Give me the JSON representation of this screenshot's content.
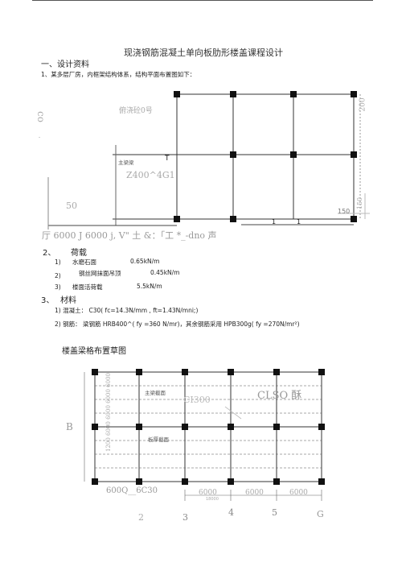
{
  "document": {
    "title": "现浇钢筋混凝土单向板肋形楼盖课程设计",
    "section1": {
      "heading": "一、设计资料",
      "intro": "1、某多层厂房，内框架结构体系，结构平面布置图如下："
    },
    "plan1": {
      "scan_left_top": "co",
      "scan_left_mid": ".",
      "label_bldg": "俯浇砼0号",
      "label_beam": "主梁梁",
      "label_T": "T",
      "label_z": "Z400^4G1",
      "dim_right": "200",
      "dim_50": "50",
      "dim_150": "150",
      "dim_right_low": "150",
      "bottom_scan": "厅 6000 J 6000 j, V\" 土 &：「工 *_-dno 声",
      "axis_1a": "1",
      "axis_1b": "1"
    },
    "section2": {
      "heading_num": "2、",
      "heading": "荷载",
      "items": [
        {
          "num": "1)",
          "label": "水磨石面",
          "value": "0.65kN/m"
        },
        {
          "num": "2)",
          "label": "钢丝网抹面吊顶",
          "value": "0.45kN/m"
        },
        {
          "num": "3)",
          "label": "楼面活荷载",
          "value": "5.5kN/m"
        }
      ]
    },
    "section3": {
      "heading_num": "3、",
      "heading": "材料",
      "line1": "1)   混凝土：  C30(  fc=14.3N/mm ,          ft=1.43N/mni;)",
      "line2": "2)   钢筋：  梁钢筋  HRB400^(  fy =360 N/mr)，其余钢筋采用  HPB300g( fy =270N/mr²)"
    },
    "plan2": {
      "caption": "楼盖梁格布置草图",
      "label_cl": "CLSO 酥",
      "label_ci": "CI300",
      "label_b": "B",
      "label_beam": "主梁截面",
      "label_slab": "板厚截面",
      "bottom_left": "600Q__6C30",
      "dims_bottom": [
        "6000",
        "6000",
        "6000"
      ],
      "dim_sub": "18000",
      "axes": [
        "2",
        "3",
        "4",
        "5",
        "G"
      ],
      "left_dims": "1200 6000 6000 6000 6000"
    }
  }
}
